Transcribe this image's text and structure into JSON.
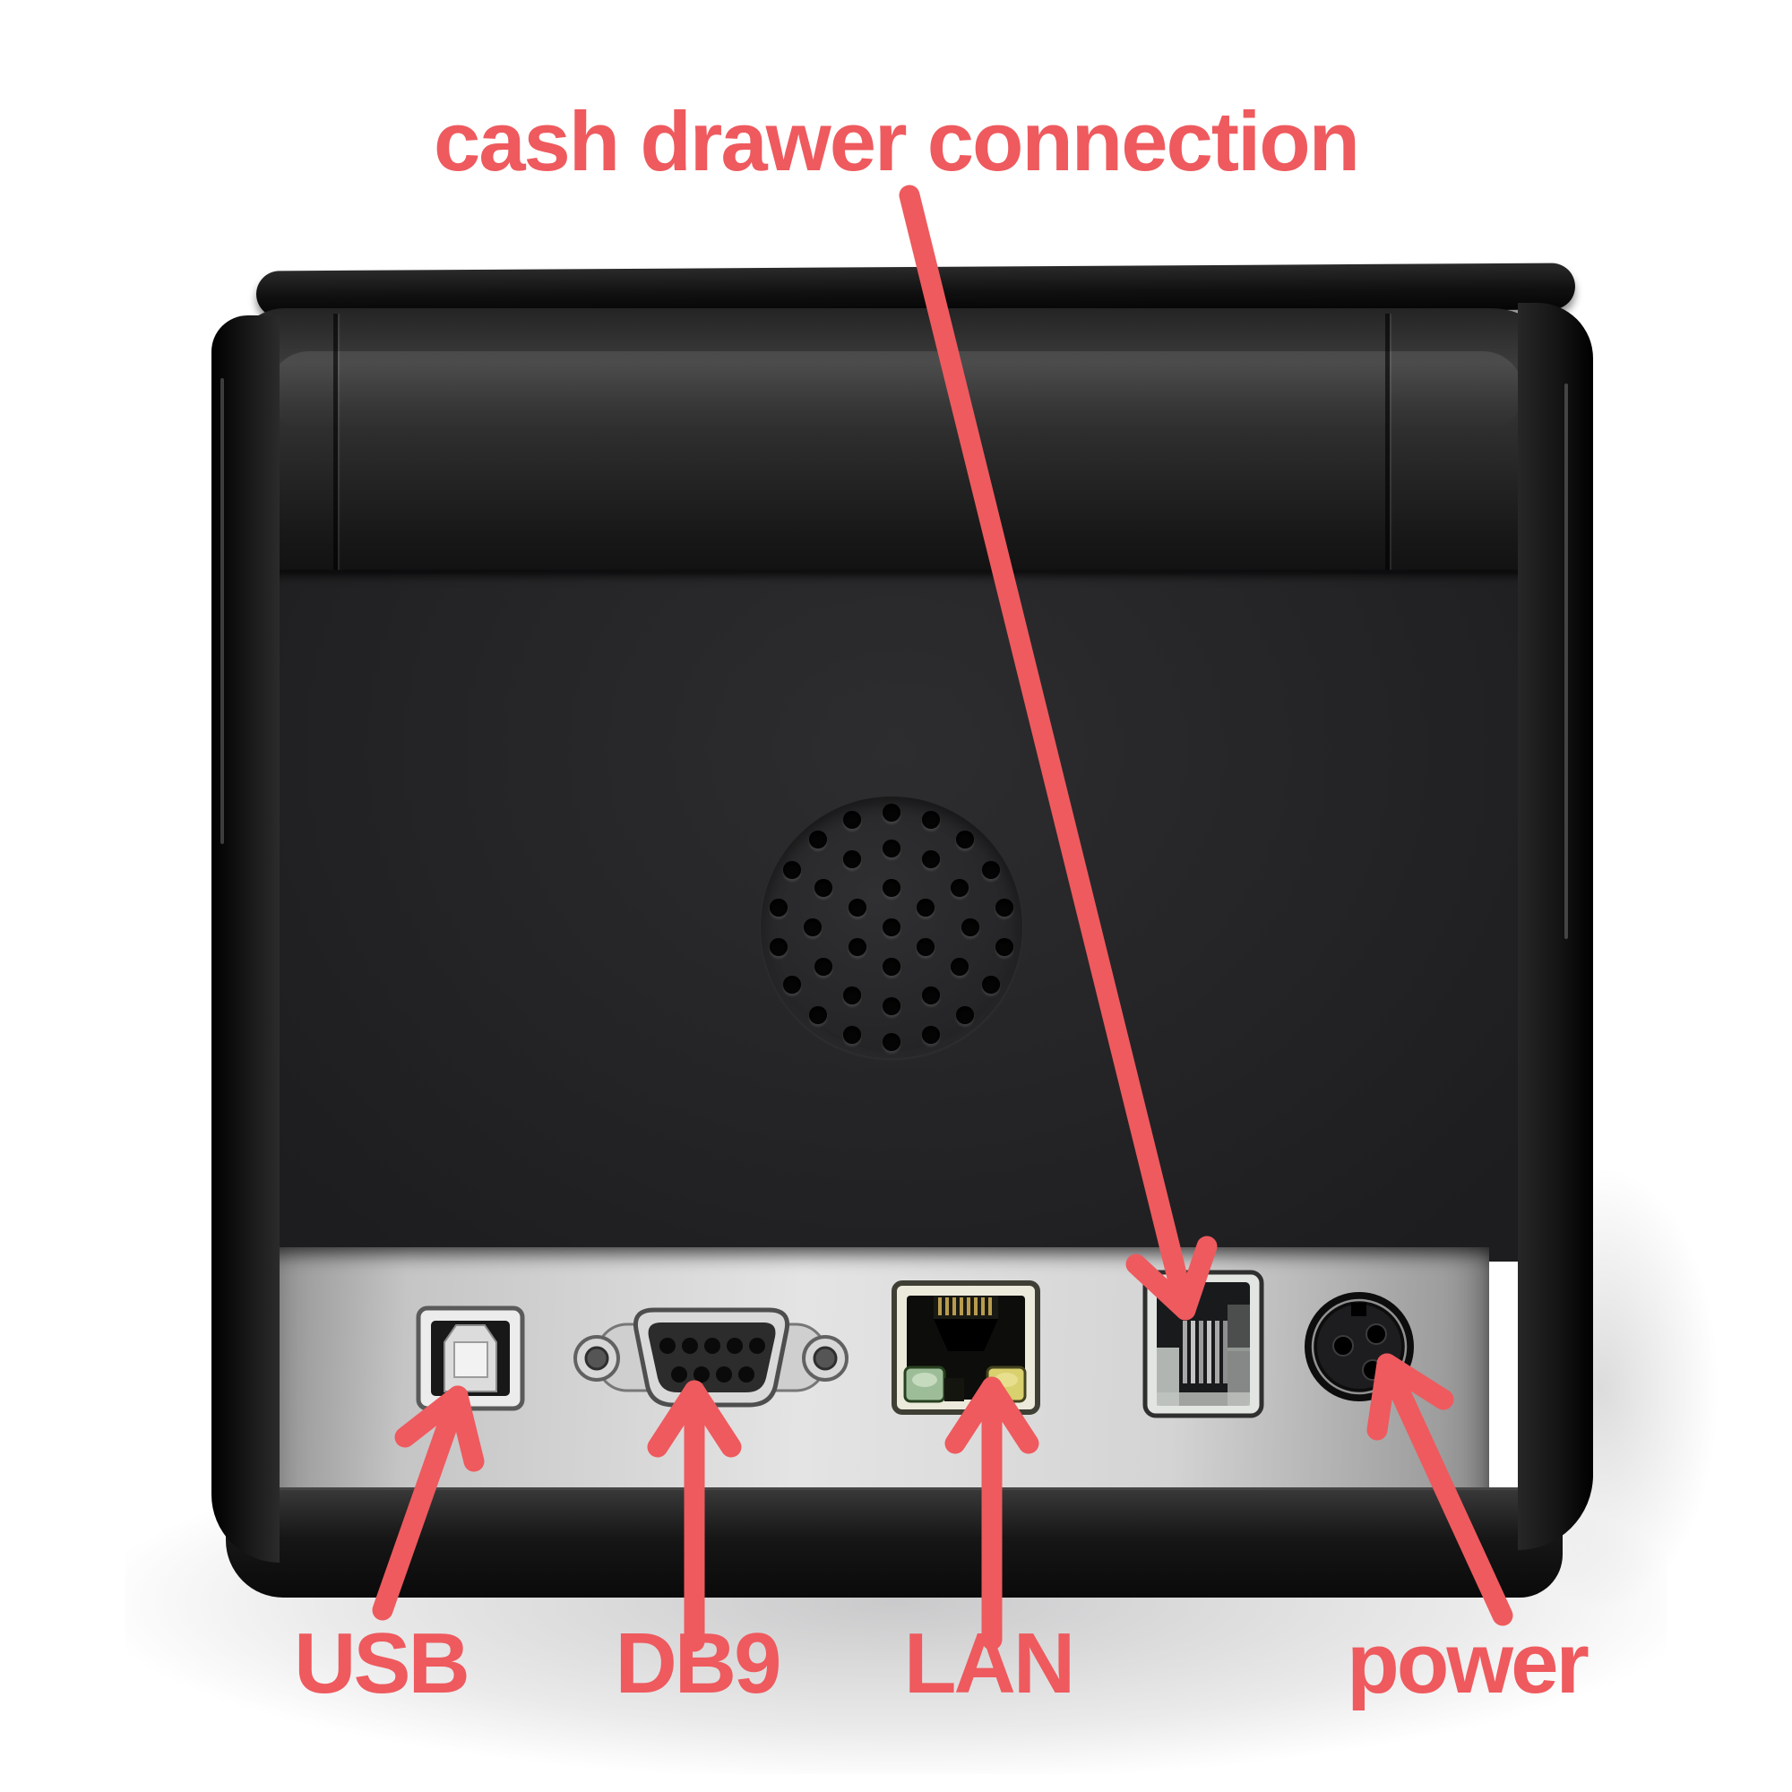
{
  "annotations": {
    "title": "cash drawer connection",
    "labels": {
      "usb": "USB",
      "db9": "DB9",
      "lan": "LAN",
      "power": "power"
    }
  },
  "colors": {
    "accent": "#ee5a5e",
    "background": "#ffffff",
    "body_black": "#1d1d1f",
    "panel_silver": "#d9d9d9",
    "lan_led_green": "#9dbd98",
    "lan_led_yellow": "#d9d06e",
    "db9_pin_color": "#0a0a0a",
    "lan_pin_gold": "#b89b4e"
  },
  "device": {
    "speaker_grille": {
      "rings": [
        1,
        6,
        12,
        18
      ]
    },
    "db9_holes": {
      "top_row": 5,
      "bottom_row": 4
    },
    "power_pin_count": 3
  }
}
